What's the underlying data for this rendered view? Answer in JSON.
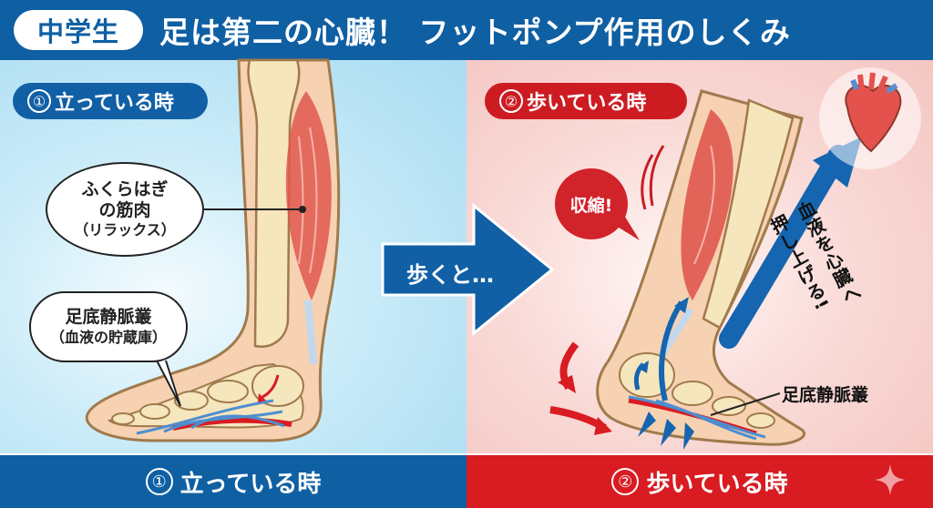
{
  "header": {
    "grade_badge": "中学生",
    "title": "足は第二の心臓！ フットポンプ作用のしくみ"
  },
  "left_panel": {
    "section_tag": {
      "number": "①",
      "label": "立っている時"
    },
    "calf_callout": {
      "line1": "ふくらはぎ",
      "line2": "の筋肉",
      "line3": "（リラックス）"
    },
    "plexus_callout": {
      "line1": "足底静脈叢",
      "line2": "（血液の貯蔵庫）"
    }
  },
  "transition_arrow": {
    "label": "歩くと…"
  },
  "right_panel": {
    "section_tag": {
      "number": "②",
      "label": "歩いている時"
    },
    "contraction_bubble": "収縮!",
    "pump_message": {
      "col1": "血液を心臓へ",
      "col2": "押し上げる!"
    },
    "plexus_label": "足底静脈叢"
  },
  "footer": {
    "left": {
      "number": "①",
      "label": "立っている時"
    },
    "right": {
      "number": "②",
      "label": "歩いている時"
    }
  },
  "colors": {
    "header_blue": "#0f5fa3",
    "accent_red": "#d81c22",
    "left_bg": "#c9ebf8",
    "right_bg": "#f9d9d6",
    "muscle_red": "#e0584f",
    "bone": "#f6e6bd",
    "skin": "#f6d2b2",
    "vein_blue": "#4d8ed0",
    "arrow_blue": "#1565b0"
  }
}
